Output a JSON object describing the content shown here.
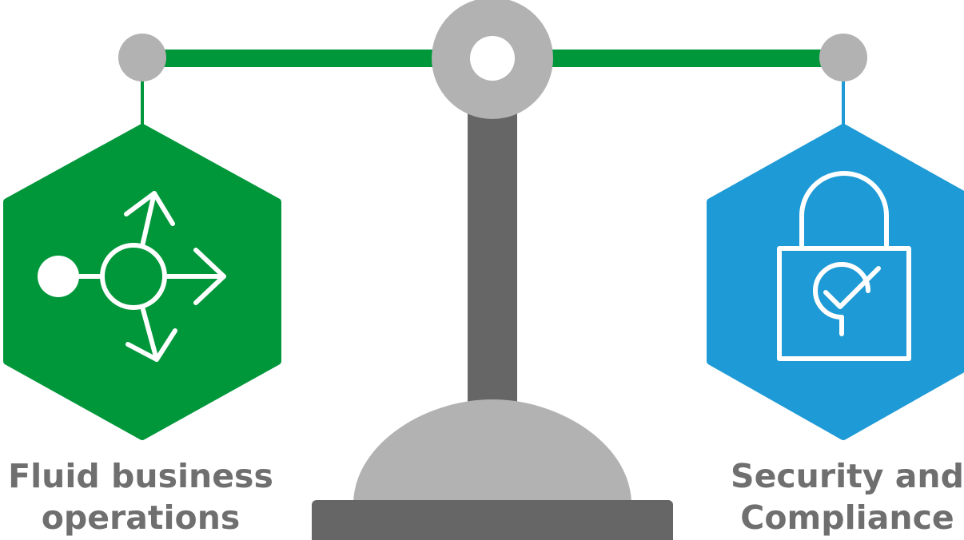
{
  "colors": {
    "green": "#00973A",
    "blue": "#1E9AD6",
    "grey_light": "#B2B2B2",
    "grey_dark": "#666666",
    "text": "#6F6F6F",
    "white": "#FFFFFF"
  },
  "left_item": {
    "icon": "branching-arrows-icon",
    "label_line1": "Fluid business",
    "label_line2": "operations"
  },
  "right_item": {
    "icon": "padlock-check-icon",
    "label_line1": "Security and",
    "label_line2": "Compliance"
  }
}
